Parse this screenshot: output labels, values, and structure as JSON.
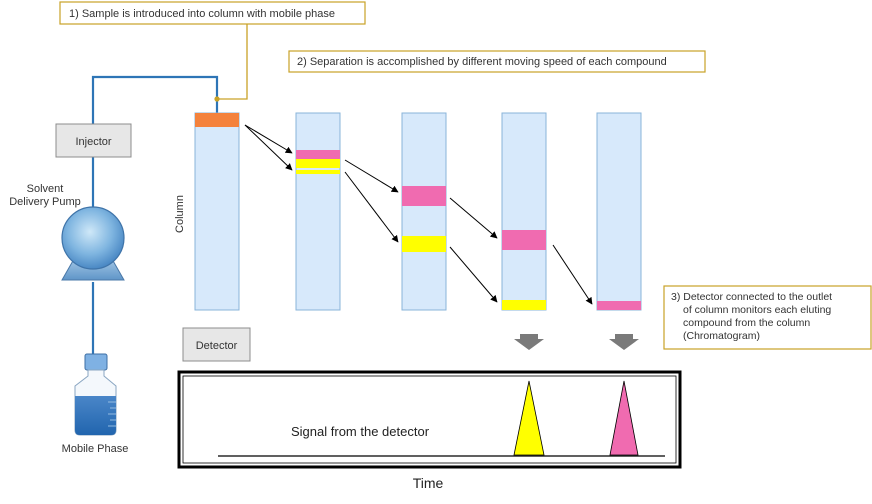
{
  "callouts": {
    "step1": "1) Sample is introduced into column with mobile phase",
    "step2": "2) Separation is accomplished by different moving speed of each compound",
    "step3": [
      "3) Detector connected to the outlet",
      "of column monitors each eluting",
      "compound from the column",
      "(Chromatogram)"
    ]
  },
  "labels": {
    "injector": "Injector",
    "pump": [
      "Solvent",
      "Delivery Pump"
    ],
    "column": "Column",
    "detector": "Detector",
    "mobile_phase": "Mobile Phase",
    "signal": "Signal from the detector",
    "time_axis": "Time"
  },
  "colors": {
    "tubing": "#2e75b6",
    "callout_border": "#c9a227",
    "column_fill": "#d7e9fb",
    "column_stroke": "#8ab4d9",
    "sample_band": "#f4823c",
    "pink_compound": "#f06bb0",
    "yellow_compound": "#ffff00",
    "arrow": "#000000",
    "down_arrow": "#7a7a7a",
    "box_fill": "#e7e7e7",
    "box_stroke": "#8c8c8c"
  },
  "icons": {
    "pump": "pump-icon",
    "bottle": "bottle-icon",
    "down_arrows": "down-arrow-icon"
  }
}
